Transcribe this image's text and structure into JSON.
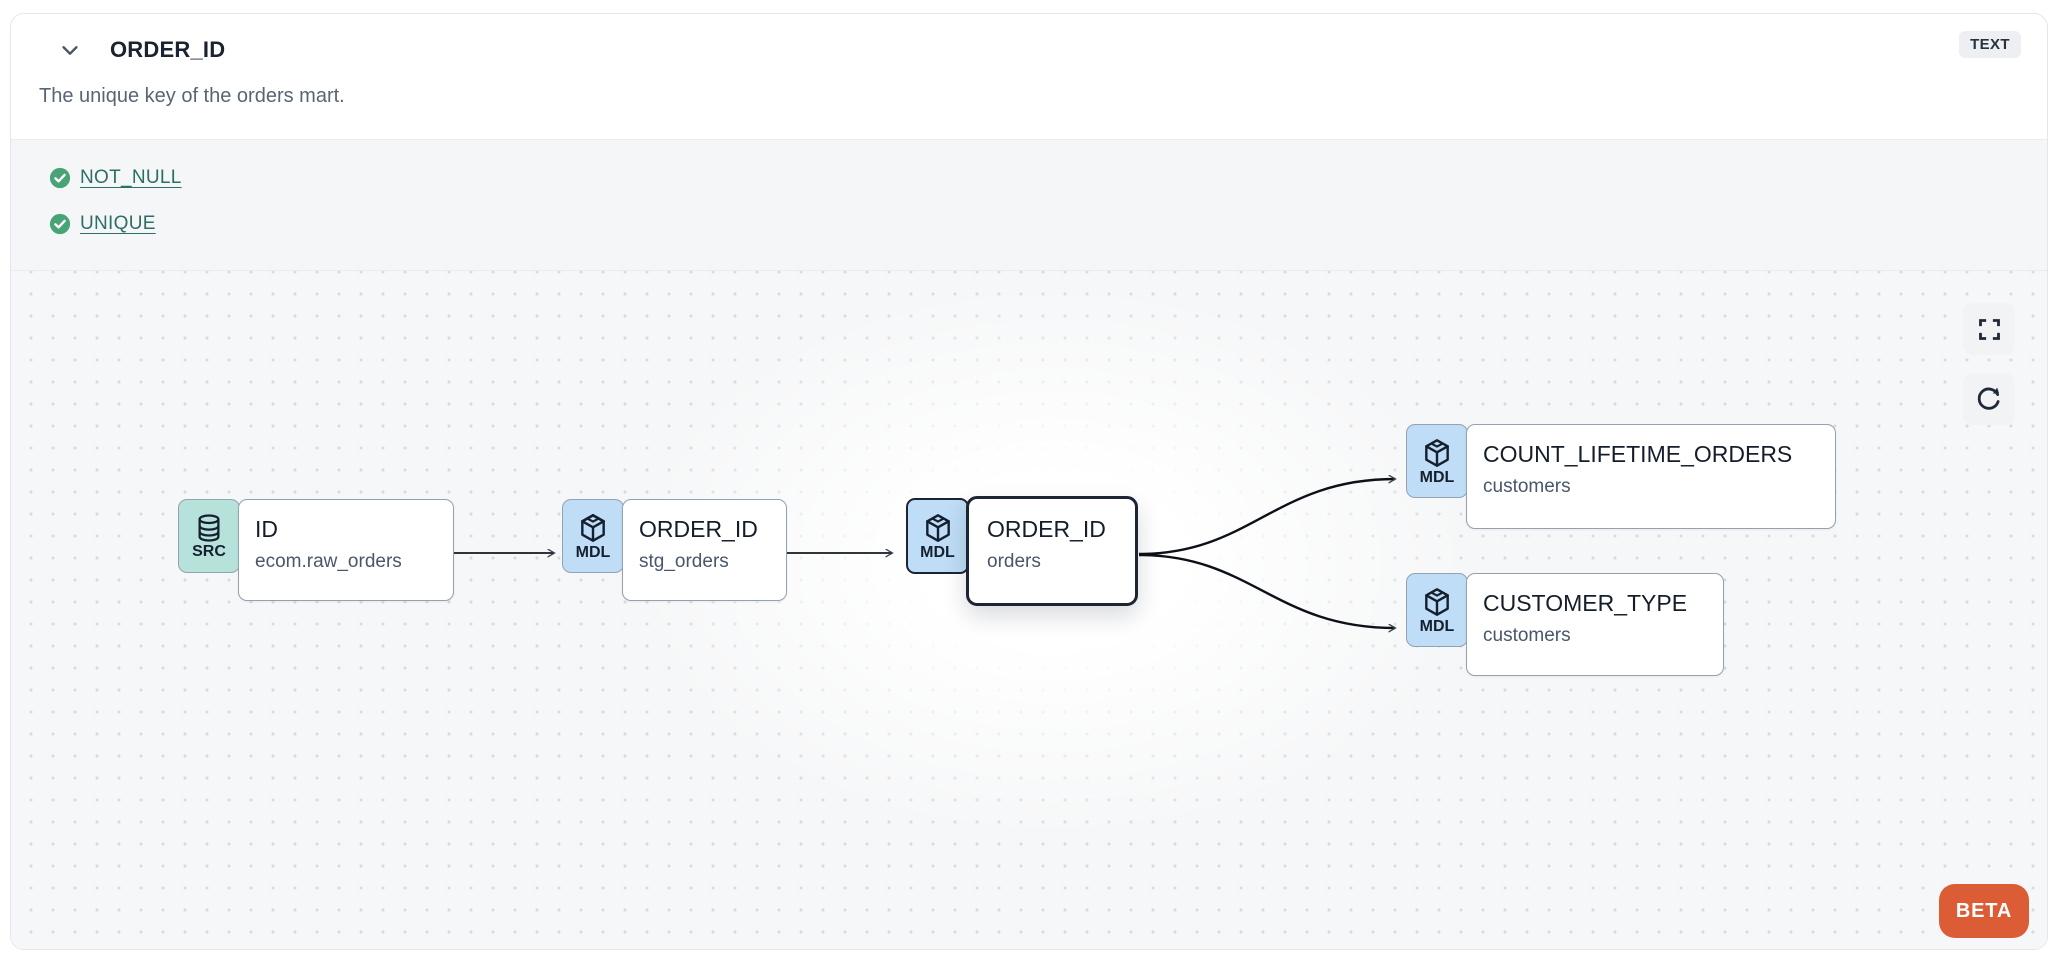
{
  "header": {
    "title": "ORDER_ID",
    "type_badge": "TEXT",
    "description": "The unique key of the orders mart."
  },
  "tests": {
    "items": [
      {
        "name": "NOT_NULL",
        "status": "pass"
      },
      {
        "name": "UNIQUE",
        "status": "pass"
      }
    ]
  },
  "lineage": {
    "nodes": [
      {
        "badge": "SRC",
        "icon": "database-icon",
        "title": "ID",
        "subtitle": "ecom.raw_orders",
        "selected": false
      },
      {
        "badge": "MDL",
        "icon": "cube-icon",
        "title": "ORDER_ID",
        "subtitle": "stg_orders",
        "selected": false
      },
      {
        "badge": "MDL",
        "icon": "cube-icon",
        "title": "ORDER_ID",
        "subtitle": "orders",
        "selected": true
      },
      {
        "badge": "MDL",
        "icon": "cube-icon",
        "title": "COUNT_LIFETIME_ORDERS",
        "subtitle": "customers",
        "selected": false
      },
      {
        "badge": "MDL",
        "icon": "cube-icon",
        "title": "CUSTOMER_TYPE",
        "subtitle": "customers",
        "selected": false
      }
    ],
    "beta_label": "BETA"
  },
  "colors": {
    "accent_teal_badge": "#b7e2dc",
    "accent_blue_badge": "#bfddf6",
    "selected_border": "#1b2534",
    "node_border": "#93a1b1",
    "test_link": "#2e6f64",
    "check_green": "#48a477",
    "beta_orange": "#db5c35",
    "tests_background": "#f4f6f8"
  }
}
